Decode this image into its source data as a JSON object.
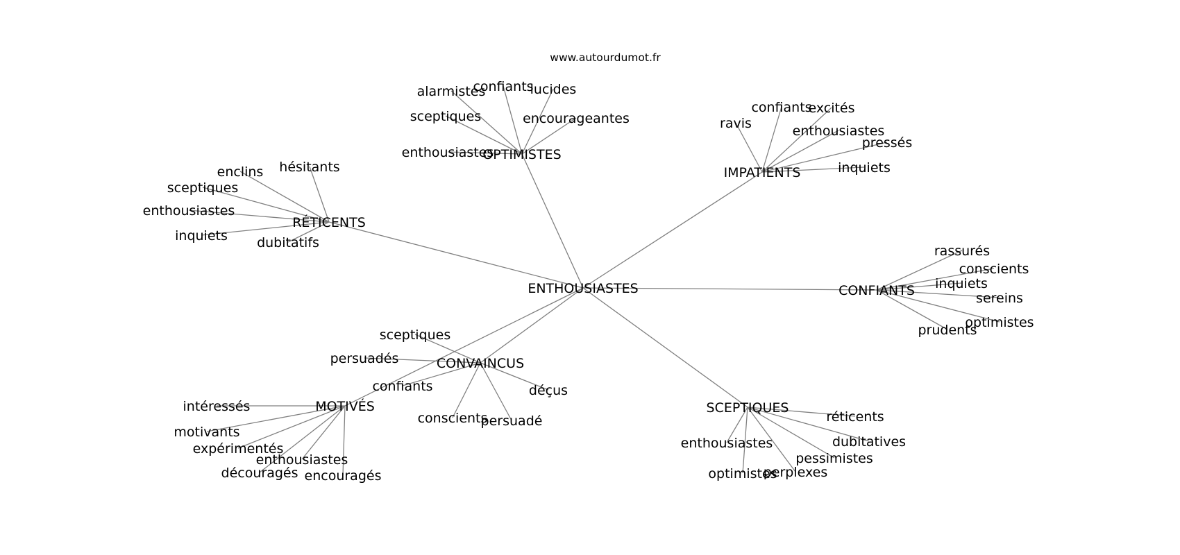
{
  "watermark": "www.autourdumot.fr",
  "colors": {
    "edge": "#808080",
    "text": "#000000",
    "background": "#ffffff"
  },
  "graph": {
    "center": "ENTHOUSIASTES",
    "hubs": [
      {
        "id": "hub-optimistes",
        "label": "OPTIMISTES",
        "leaves": [
          "alarmistes",
          "confiants",
          "lucides",
          "sceptiques",
          "encourageantes",
          "enthousiastes"
        ]
      },
      {
        "id": "hub-impatients",
        "label": "IMPATIENTS",
        "leaves": [
          "confiants",
          "excités",
          "ravis",
          "enthousiastes",
          "pressés",
          "inquiets"
        ]
      },
      {
        "id": "hub-reticents",
        "label": "RÉTICENTS",
        "leaves": [
          "enclins",
          "hésitants",
          "sceptiques",
          "enthousiastes",
          "inquiets",
          "dubitatifs"
        ]
      },
      {
        "id": "hub-confiants",
        "label": "CONFIANTS",
        "leaves": [
          "rassurés",
          "conscients",
          "inquiets",
          "sereins",
          "optimistes",
          "prudents"
        ]
      },
      {
        "id": "hub-convaincus",
        "label": "CONVAINCUS",
        "leaves": [
          "sceptiques",
          "persuadés",
          "confiants",
          "déçus",
          "conscients",
          "persuadé"
        ]
      },
      {
        "id": "hub-motives",
        "label": "MOTIVÉS",
        "leaves": [
          "intéressés",
          "motivants",
          "expérimentés",
          "enthousiastes",
          "découragés",
          "encouragés"
        ]
      },
      {
        "id": "hub-sceptiques",
        "label": "SCEPTIQUES",
        "leaves": [
          "réticents",
          "enthousiastes",
          "dubitatives",
          "pessimistes",
          "optimistes",
          "perplexes"
        ]
      }
    ]
  }
}
